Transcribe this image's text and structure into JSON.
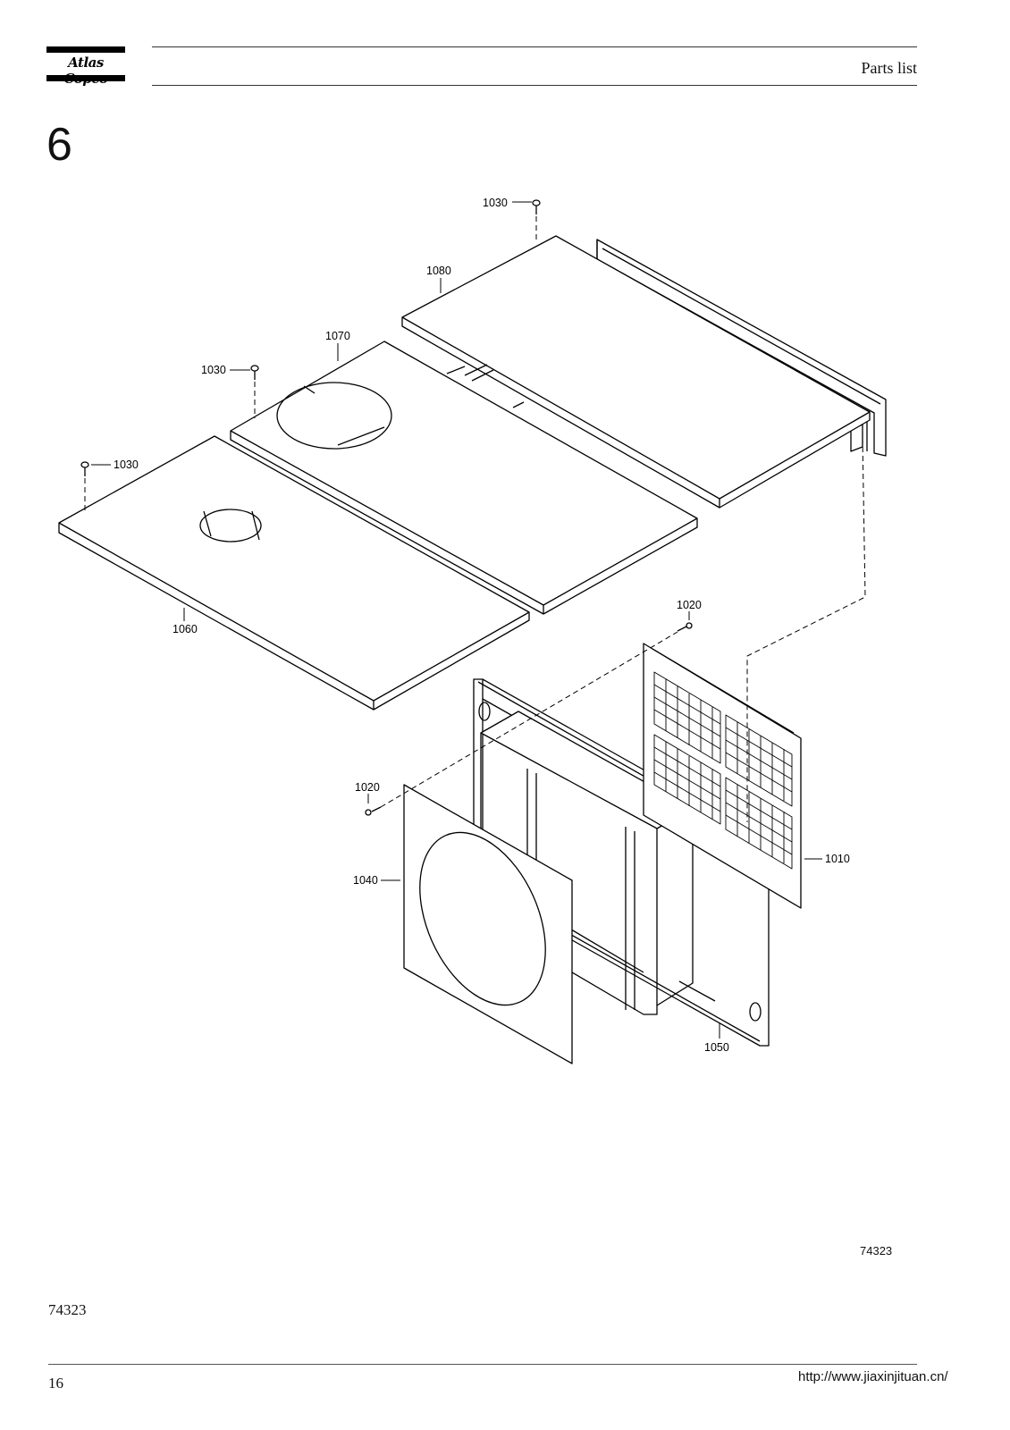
{
  "header": {
    "brand": "Atlas Copco",
    "title": "Parts list"
  },
  "section": {
    "number": "6"
  },
  "diagram": {
    "callouts": {
      "c1030_top": "1030",
      "c1080": "1080",
      "c1070": "1070",
      "c1030_mid": "1030",
      "c1030_left": "1030",
      "c1060": "1060",
      "c1020_right": "1020",
      "c1020_left": "1020",
      "c1040": "1040",
      "c1010": "1010",
      "c1050": "1050"
    },
    "drawing_id": "74323"
  },
  "document": {
    "code": "74323"
  },
  "footer": {
    "page_number": "16",
    "url": "http://www.jiaxinjituan.cn/"
  }
}
